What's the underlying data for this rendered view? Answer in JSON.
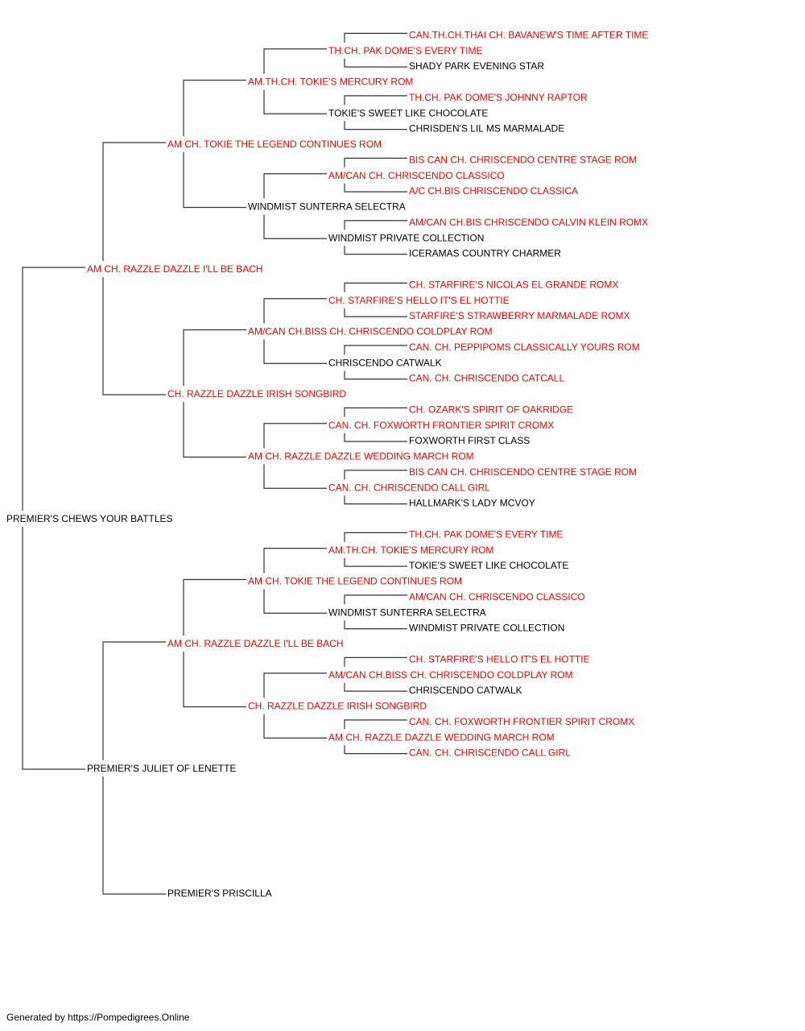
{
  "colors": {
    "titled": "#ff0000",
    "plain": "#000000",
    "connector": "#333333"
  },
  "pedigree": {
    "name": "PREMIER'S CHEWS YOUR BATTLES",
    "titled": false,
    "sire": {
      "name": "AM CH. RAZZLE DAZZLE I'LL BE BACH",
      "titled": true,
      "sire": {
        "name": "AM CH. TOKIE THE LEGEND CONTINUES ROM",
        "titled": true,
        "sire": {
          "name": "AM.TH.CH. TOKIE'S MERCURY ROM",
          "titled": true,
          "sire": {
            "name": "TH.CH. PAK DOME'S EVERY TIME",
            "titled": true,
            "sire": {
              "name": "CAN.TH.CH.THAI CH. BAVANEW'S TIME AFTER TIME",
              "titled": true
            },
            "dam": {
              "name": "SHADY PARK EVENING STAR",
              "titled": false
            }
          },
          "dam": {
            "name": "TOKIE'S SWEET LIKE CHOCOLATE",
            "titled": false,
            "sire": {
              "name": "TH.CH. PAK DOME'S JOHNNY RAPTOR",
              "titled": true
            },
            "dam": {
              "name": "CHRISDEN'S LIL MS MARMALADE",
              "titled": false
            }
          }
        },
        "dam": {
          "name": "WINDMIST SUNTERRA SELECTRA",
          "titled": false,
          "sire": {
            "name": "AM/CAN CH. CHRISCENDO CLASSICO",
            "titled": true,
            "sire": {
              "name": "BIS CAN CH. CHRISCENDO CENTRE STAGE ROM",
              "titled": true
            },
            "dam": {
              "name": "A/C CH.BIS CHRISCENDO CLASSICA",
              "titled": true
            }
          },
          "dam": {
            "name": "WINDMIST PRIVATE COLLECTION",
            "titled": false,
            "sire": {
              "name": "AM/CAN CH.BIS CHRISCENDO CALVIN KLEIN ROMX",
              "titled": true
            },
            "dam": {
              "name": "ICERAMAS COUNTRY CHARMER",
              "titled": false
            }
          }
        }
      },
      "dam": {
        "name": "CH. RAZZLE DAZZLE IRISH SONGBIRD",
        "titled": true,
        "sire": {
          "name": "AM/CAN CH.BISS CH. CHRISCENDO COLDPLAY ROM",
          "titled": true,
          "sire": {
            "name": "CH. STARFIRE'S HELLO IT'S EL HOTTIE",
            "titled": true,
            "sire": {
              "name": "CH. STARFIRE'S NICOLAS EL GRANDE ROMX",
              "titled": true
            },
            "dam": {
              "name": "STARFIRE'S STRAWBERRY MARMALADE ROMX",
              "titled": true
            }
          },
          "dam": {
            "name": "CHRISCENDO CATWALK",
            "titled": false,
            "sire": {
              "name": "CAN. CH. PEPPIPOMS CLASSICALLY YOURS ROM",
              "titled": true
            },
            "dam": {
              "name": "CAN. CH. CHRISCENDO CATCALL",
              "titled": true
            }
          }
        },
        "dam": {
          "name": "AM CH. RAZZLE DAZZLE WEDDING MARCH ROM",
          "titled": true,
          "sire": {
            "name": "CAN. CH. FOXWORTH FRONTIER SPIRIT CROMX",
            "titled": true,
            "sire": {
              "name": "CH. OZARK'S SPIRIT OF OAKRIDGE",
              "titled": true
            },
            "dam": {
              "name": "FOXWORTH FIRST CLASS",
              "titled": false
            }
          },
          "dam": {
            "name": "CAN. CH. CHRISCENDO CALL GIRL",
            "titled": true,
            "sire": {
              "name": "BIS CAN CH. CHRISCENDO CENTRE STAGE ROM",
              "titled": true
            },
            "dam": {
              "name": "HALLMARK'S LADY MCVOY",
              "titled": false
            }
          }
        }
      }
    },
    "dam": {
      "name": "PREMIER'S JULIET OF LENETTE",
      "titled": false,
      "sire": {
        "name": "AM CH. RAZZLE DAZZLE I'LL BE BACH",
        "titled": true,
        "sire": {
          "name": "AM CH. TOKIE THE LEGEND CONTINUES ROM",
          "titled": true,
          "sire": {
            "name": "AM.TH.CH. TOKIE'S MERCURY ROM",
            "titled": true,
            "sire": {
              "name": "TH.CH. PAK DOME'S EVERY TIME",
              "titled": true
            },
            "dam": {
              "name": "TOKIE'S SWEET LIKE CHOCOLATE",
              "titled": false
            }
          },
          "dam": {
            "name": "WINDMIST SUNTERRA SELECTRA",
            "titled": false,
            "sire": {
              "name": "AM/CAN CH. CHRISCENDO CLASSICO",
              "titled": true
            },
            "dam": {
              "name": "WINDMIST PRIVATE COLLECTION",
              "titled": false
            }
          }
        },
        "dam": {
          "name": "CH. RAZZLE DAZZLE IRISH SONGBIRD",
          "titled": true,
          "sire": {
            "name": "AM/CAN CH.BISS CH. CHRISCENDO COLDPLAY ROM",
            "titled": true,
            "sire": {
              "name": "CH. STARFIRE'S HELLO IT'S EL HOTTIE",
              "titled": true
            },
            "dam": {
              "name": "CHRISCENDO CATWALK",
              "titled": false
            }
          },
          "dam": {
            "name": "AM CH. RAZZLE DAZZLE WEDDING MARCH ROM",
            "titled": true,
            "sire": {
              "name": "CAN. CH. FOXWORTH FRONTIER SPIRIT CROMX",
              "titled": true
            },
            "dam": {
              "name": "CAN. CH. CHRISCENDO CALL GIRL",
              "titled": true
            }
          }
        }
      },
      "dam": {
        "name": "PREMIER'S PRISCILLA",
        "titled": false
      }
    }
  },
  "footer": {
    "text": "Generated by https://Pompedigrees.Online"
  }
}
